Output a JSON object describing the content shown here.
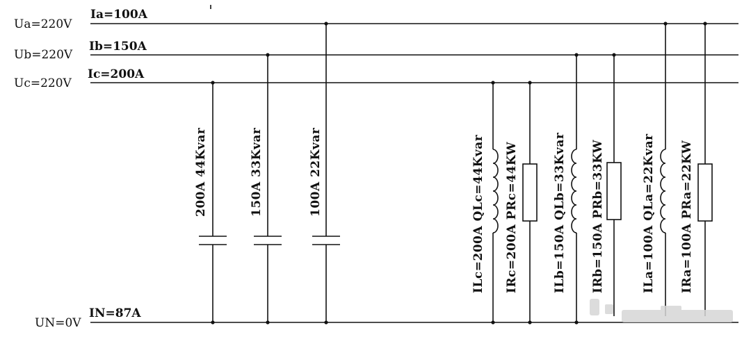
{
  "phases": [
    {
      "id": "a",
      "voltage": "Ua=220V",
      "current": "Ia=100A"
    },
    {
      "id": "b",
      "voltage": "Ub=220V",
      "current": "Ib=150A"
    },
    {
      "id": "c",
      "voltage": "Uc=220V",
      "current": "Ic=200A"
    }
  ],
  "neutral": {
    "voltage": "UN=0V",
    "current": "IN=87A"
  },
  "capacitors": [
    {
      "phase": "c",
      "label": "200A  44Kvar"
    },
    {
      "phase": "b",
      "label": "150A  33Kvar"
    },
    {
      "phase": "a",
      "label": "100A  22Kvar"
    }
  ],
  "loads": [
    {
      "phase": "c",
      "inductor_label": "ILc=200A  QLc=44Kvar",
      "resistor_label": "IRc=200A  PRc=44KW"
    },
    {
      "phase": "b",
      "inductor_label": "ILb=150A  QLb=33Kvar",
      "resistor_label": "IRb=150A  PRb=33KW"
    },
    {
      "phase": "a",
      "inductor_label": "ILa=100A  QLa=22Kvar",
      "resistor_label": "IRa=100A  PRa=22KW"
    }
  ]
}
